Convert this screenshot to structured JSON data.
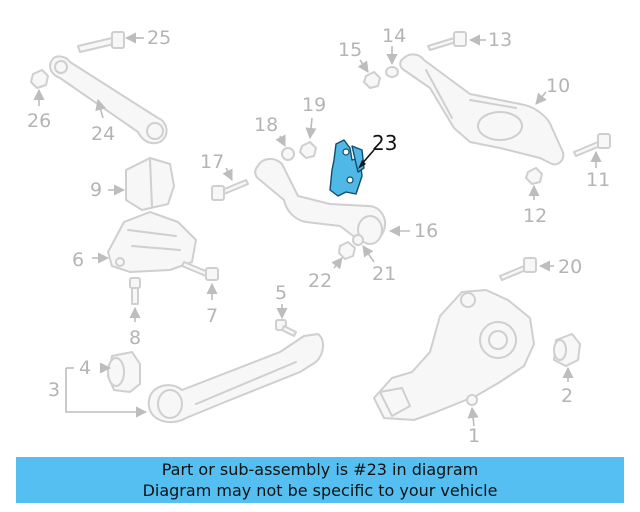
{
  "diagram": {
    "callouts": {
      "c1": "1",
      "c2": "2",
      "c3": "3",
      "c4": "4",
      "c5": "5",
      "c6": "6",
      "c7": "7",
      "c8": "8",
      "c9": "9",
      "c10": "10",
      "c11": "11",
      "c12": "12",
      "c13": "13",
      "c14": "14",
      "c15": "15",
      "c16": "16",
      "c17": "17",
      "c18": "18",
      "c19": "19",
      "c20": "20",
      "c21": "21",
      "c22": "22",
      "c23": "23",
      "c24": "24",
      "c25": "25",
      "c26": "26"
    },
    "highlight_color": "#4fb8e6",
    "highlighted_callout": "23"
  },
  "banner": {
    "line1": "Part or sub-assembly is #23 in diagram",
    "line2": "Diagram may not be specific to your vehicle",
    "background": "#55bff2"
  }
}
